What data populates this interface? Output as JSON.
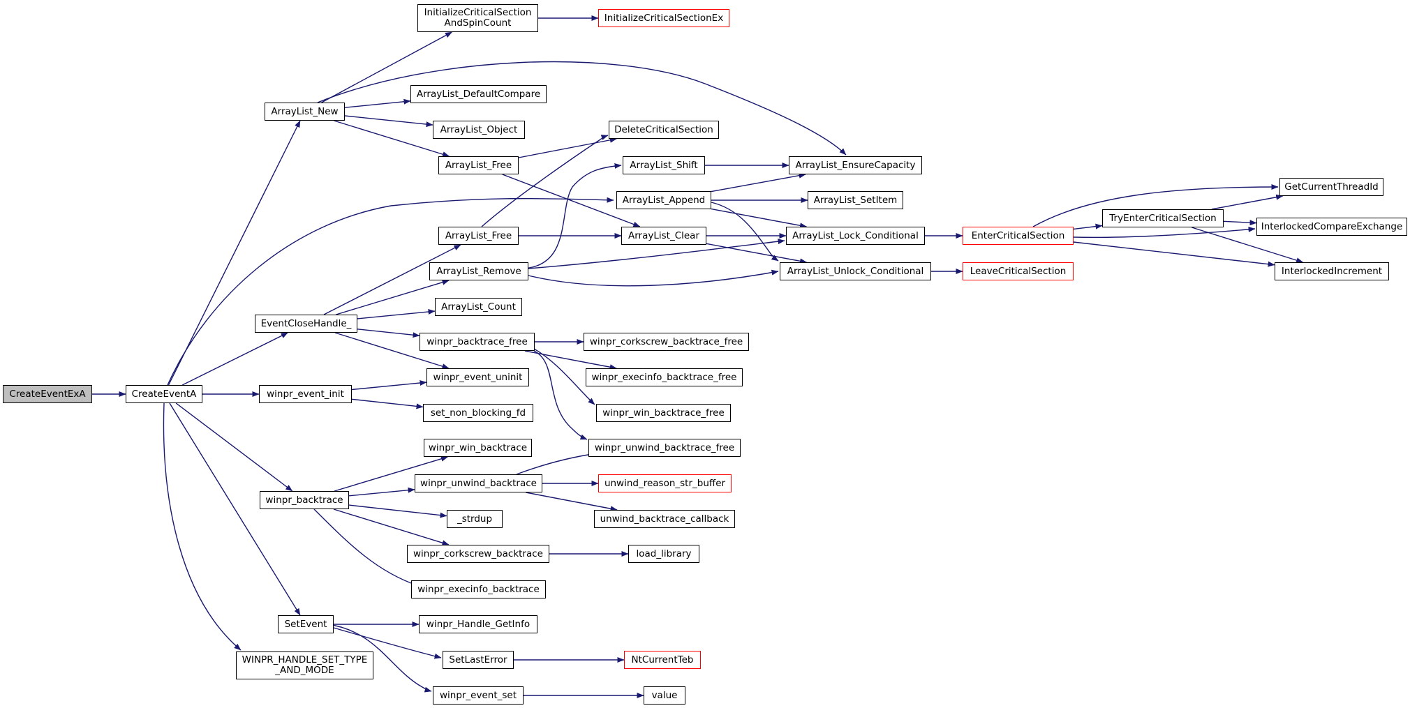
{
  "graph": {
    "root": "CreateEventExA",
    "colors": {
      "edge": "#191970",
      "node_border": "#000000",
      "external_border": "#ff0000",
      "root_fill": "#bfbfbf"
    },
    "nodes": [
      {
        "id": "CreateEventExA",
        "label": "CreateEventExA",
        "root": true
      },
      {
        "id": "CreateEventA",
        "label": "CreateEventA"
      },
      {
        "id": "ArrayList_New",
        "label": "ArrayList_New"
      },
      {
        "id": "EventCloseHandle_",
        "label": "EventCloseHandle_"
      },
      {
        "id": "winpr_event_init",
        "label": "winpr_event_init"
      },
      {
        "id": "winpr_backtrace",
        "label": "winpr_backtrace"
      },
      {
        "id": "SetEvent",
        "label": "SetEvent"
      },
      {
        "id": "WINPR_HANDLE_SET_TYPE_AND_MODE",
        "label": "WINPR_HANDLE_SET_TYPE\n_AND_MODE"
      },
      {
        "id": "InitializeCriticalSectionAndSpinCount",
        "label": "InitializeCriticalSection\nAndSpinCount"
      },
      {
        "id": "InitializeCriticalSectionEx",
        "label": "InitializeCriticalSectionEx",
        "external": true
      },
      {
        "id": "ArrayList_DefaultCompare",
        "label": "ArrayList_DefaultCompare"
      },
      {
        "id": "ArrayList_Object",
        "label": "ArrayList_Object"
      },
      {
        "id": "ArrayList_Free_1",
        "label": "ArrayList_Free"
      },
      {
        "id": "ArrayList_Free_2",
        "label": "ArrayList_Free"
      },
      {
        "id": "ArrayList_Remove",
        "label": "ArrayList_Remove"
      },
      {
        "id": "ArrayList_Count",
        "label": "ArrayList_Count"
      },
      {
        "id": "winpr_backtrace_free",
        "label": "winpr_backtrace_free"
      },
      {
        "id": "winpr_event_uninit",
        "label": "winpr_event_uninit"
      },
      {
        "id": "set_non_blocking_fd",
        "label": "set_non_blocking_fd"
      },
      {
        "id": "winpr_win_backtrace",
        "label": "winpr_win_backtrace"
      },
      {
        "id": "winpr_unwind_backtrace",
        "label": "winpr_unwind_backtrace"
      },
      {
        "id": "_strdup",
        "label": "_strdup"
      },
      {
        "id": "winpr_corkscrew_backtrace",
        "label": "winpr_corkscrew_backtrace"
      },
      {
        "id": "winpr_execinfo_backtrace",
        "label": "winpr_execinfo_backtrace"
      },
      {
        "id": "winpr_Handle_GetInfo",
        "label": "winpr_Handle_GetInfo"
      },
      {
        "id": "SetLastError",
        "label": "SetLastError"
      },
      {
        "id": "winpr_event_set",
        "label": "winpr_event_set"
      },
      {
        "id": "DeleteCriticalSection",
        "label": "DeleteCriticalSection"
      },
      {
        "id": "ArrayList_Shift",
        "label": "ArrayList_Shift"
      },
      {
        "id": "ArrayList_Append",
        "label": "ArrayList_Append"
      },
      {
        "id": "ArrayList_Clear",
        "label": "ArrayList_Clear"
      },
      {
        "id": "winpr_corkscrew_backtrace_free",
        "label": "winpr_corkscrew_backtrace_free"
      },
      {
        "id": "winpr_execinfo_backtrace_free",
        "label": "winpr_execinfo_backtrace_free"
      },
      {
        "id": "winpr_win_backtrace_free",
        "label": "winpr_win_backtrace_free"
      },
      {
        "id": "winpr_unwind_backtrace_free",
        "label": "winpr_unwind_backtrace_free"
      },
      {
        "id": "unwind_reason_str_buffer",
        "label": "unwind_reason_str_buffer",
        "external": true
      },
      {
        "id": "unwind_backtrace_callback",
        "label": "unwind_backtrace_callback"
      },
      {
        "id": "load_library",
        "label": "load_library"
      },
      {
        "id": "NtCurrentTeb",
        "label": "NtCurrentTeb",
        "external": true
      },
      {
        "id": "value",
        "label": "value"
      },
      {
        "id": "ArrayList_EnsureCapacity",
        "label": "ArrayList_EnsureCapacity"
      },
      {
        "id": "ArrayList_SetItem",
        "label": "ArrayList_SetItem"
      },
      {
        "id": "ArrayList_Lock_Conditional",
        "label": "ArrayList_Lock_Conditional"
      },
      {
        "id": "ArrayList_Unlock_Conditional",
        "label": "ArrayList_Unlock_Conditional"
      },
      {
        "id": "EnterCriticalSection",
        "label": "EnterCriticalSection",
        "external": true
      },
      {
        "id": "LeaveCriticalSection",
        "label": "LeaveCriticalSection",
        "external": true
      },
      {
        "id": "TryEnterCriticalSection",
        "label": "TryEnterCriticalSection"
      },
      {
        "id": "GetCurrentThreadId",
        "label": "GetCurrentThreadId"
      },
      {
        "id": "InterlockedCompareExchange",
        "label": "InterlockedCompareExchange"
      },
      {
        "id": "InterlockedIncrement",
        "label": "InterlockedIncrement"
      }
    ],
    "edges": [
      [
        "CreateEventExA",
        "CreateEventA"
      ],
      [
        "CreateEventA",
        "ArrayList_New"
      ],
      [
        "CreateEventA",
        "ArrayList_Append"
      ],
      [
        "CreateEventA",
        "EventCloseHandle_"
      ],
      [
        "CreateEventA",
        "winpr_event_init"
      ],
      [
        "CreateEventA",
        "winpr_backtrace"
      ],
      [
        "CreateEventA",
        "SetEvent"
      ],
      [
        "CreateEventA",
        "WINPR_HANDLE_SET_TYPE_AND_MODE"
      ],
      [
        "ArrayList_New",
        "InitializeCriticalSectionAndSpinCount"
      ],
      [
        "ArrayList_New",
        "ArrayList_EnsureCapacity"
      ],
      [
        "ArrayList_New",
        "ArrayList_DefaultCompare"
      ],
      [
        "ArrayList_New",
        "ArrayList_Object"
      ],
      [
        "ArrayList_New",
        "ArrayList_Free_1"
      ],
      [
        "InitializeCriticalSectionAndSpinCount",
        "InitializeCriticalSectionEx"
      ],
      [
        "ArrayList_Free_1",
        "DeleteCriticalSection"
      ],
      [
        "ArrayList_Free_1",
        "ArrayList_Clear"
      ],
      [
        "EventCloseHandle_",
        "ArrayList_Free_2"
      ],
      [
        "EventCloseHandle_",
        "ArrayList_Remove"
      ],
      [
        "EventCloseHandle_",
        "ArrayList_Count"
      ],
      [
        "EventCloseHandle_",
        "winpr_backtrace_free"
      ],
      [
        "EventCloseHandle_",
        "winpr_event_uninit"
      ],
      [
        "ArrayList_Free_2",
        "DeleteCriticalSection"
      ],
      [
        "ArrayList_Free_2",
        "ArrayList_Clear"
      ],
      [
        "ArrayList_Remove",
        "ArrayList_Shift"
      ],
      [
        "ArrayList_Remove",
        "ArrayList_Lock_Conditional"
      ],
      [
        "ArrayList_Remove",
        "ArrayList_Unlock_Conditional"
      ],
      [
        "ArrayList_Shift",
        "ArrayList_EnsureCapacity"
      ],
      [
        "ArrayList_Append",
        "ArrayList_EnsureCapacity"
      ],
      [
        "ArrayList_Append",
        "ArrayList_SetItem"
      ],
      [
        "ArrayList_Append",
        "ArrayList_Lock_Conditional"
      ],
      [
        "ArrayList_Append",
        "ArrayList_Unlock_Conditional"
      ],
      [
        "ArrayList_Clear",
        "ArrayList_Lock_Conditional"
      ],
      [
        "ArrayList_Clear",
        "ArrayList_Unlock_Conditional"
      ],
      [
        "ArrayList_Lock_Conditional",
        "EnterCriticalSection"
      ],
      [
        "ArrayList_Unlock_Conditional",
        "LeaveCriticalSection"
      ],
      [
        "EnterCriticalSection",
        "GetCurrentThreadId"
      ],
      [
        "EnterCriticalSection",
        "TryEnterCriticalSection"
      ],
      [
        "EnterCriticalSection",
        "InterlockedCompareExchange"
      ],
      [
        "EnterCriticalSection",
        "InterlockedIncrement"
      ],
      [
        "TryEnterCriticalSection",
        "GetCurrentThreadId"
      ],
      [
        "TryEnterCriticalSection",
        "InterlockedCompareExchange"
      ],
      [
        "TryEnterCriticalSection",
        "InterlockedIncrement"
      ],
      [
        "winpr_backtrace_free",
        "winpr_corkscrew_backtrace_free"
      ],
      [
        "winpr_backtrace_free",
        "winpr_execinfo_backtrace_free"
      ],
      [
        "winpr_backtrace_free",
        "winpr_win_backtrace_free"
      ],
      [
        "winpr_backtrace_free",
        "winpr_unwind_backtrace_free"
      ],
      [
        "winpr_event_init",
        "winpr_event_uninit"
      ],
      [
        "winpr_event_init",
        "set_non_blocking_fd"
      ],
      [
        "winpr_backtrace",
        "winpr_win_backtrace"
      ],
      [
        "winpr_backtrace",
        "winpr_unwind_backtrace"
      ],
      [
        "winpr_backtrace",
        "_strdup"
      ],
      [
        "winpr_backtrace",
        "winpr_corkscrew_backtrace"
      ],
      [
        "winpr_backtrace",
        "winpr_execinfo_backtrace"
      ],
      [
        "winpr_unwind_backtrace",
        "winpr_unwind_backtrace_free"
      ],
      [
        "winpr_unwind_backtrace",
        "unwind_reason_str_buffer"
      ],
      [
        "winpr_unwind_backtrace",
        "unwind_backtrace_callback"
      ],
      [
        "winpr_corkscrew_backtrace",
        "load_library"
      ],
      [
        "SetEvent",
        "winpr_Handle_GetInfo"
      ],
      [
        "SetEvent",
        "SetLastError"
      ],
      [
        "SetEvent",
        "winpr_event_set"
      ],
      [
        "SetLastError",
        "NtCurrentTeb"
      ],
      [
        "winpr_event_set",
        "value"
      ]
    ]
  }
}
